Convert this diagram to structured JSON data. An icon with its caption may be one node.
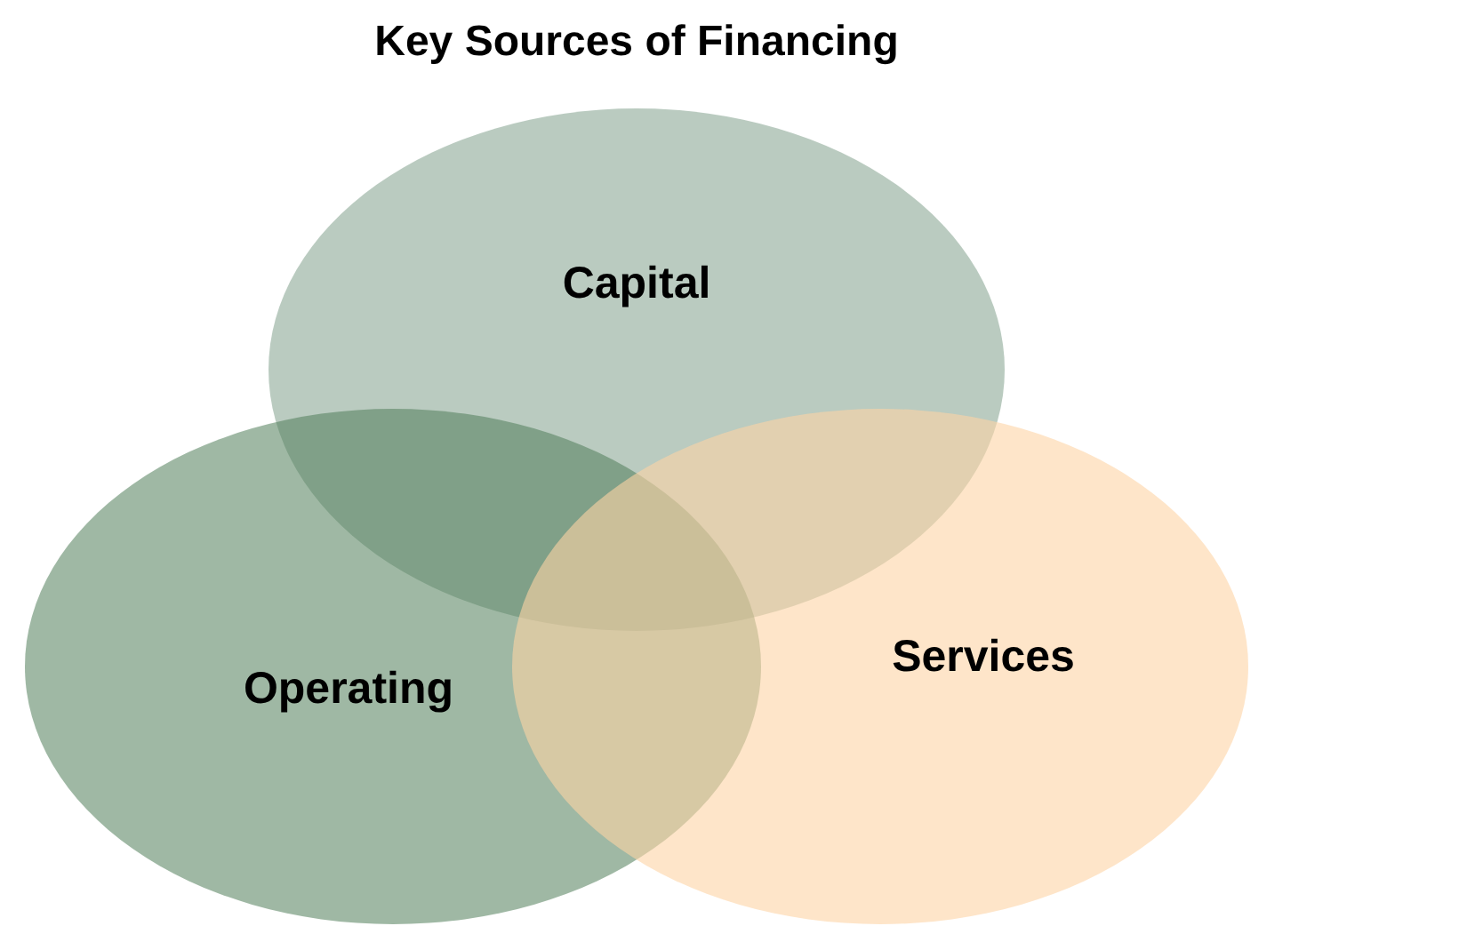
{
  "diagram": {
    "title": "Key Sources of Financing",
    "nodes": [
      {
        "text": [
          "Capital"
        ]
      },
      {
        "text": [
          "Operating"
        ]
      },
      {
        "text": [
          "Services"
        ]
      }
    ]
  }
}
